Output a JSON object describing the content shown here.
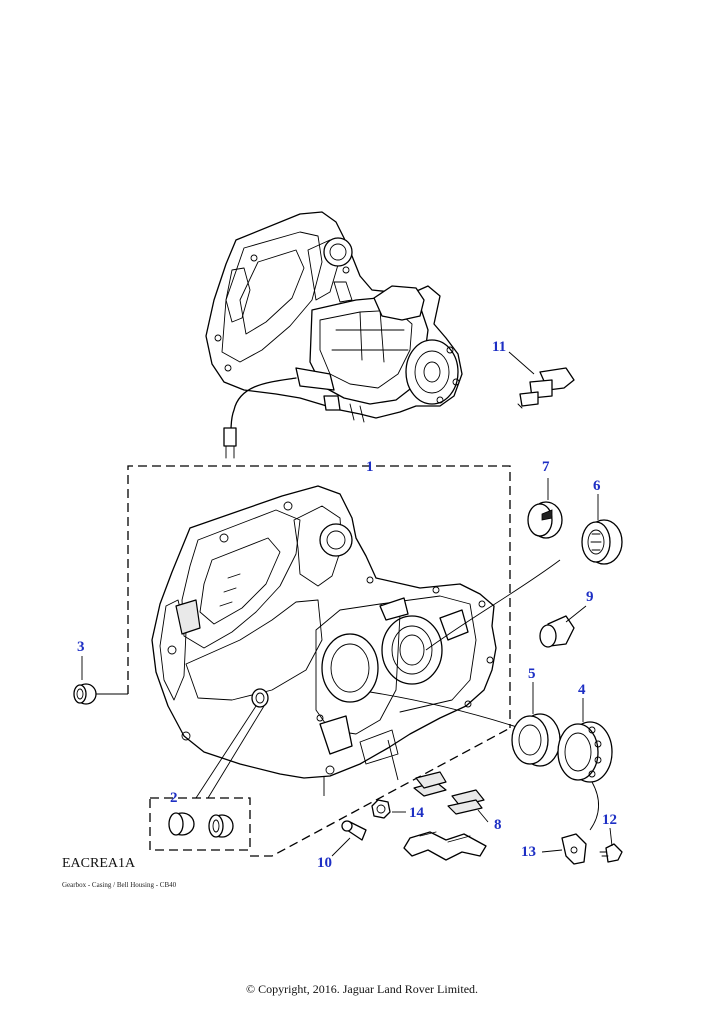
{
  "diagram": {
    "code": "EACREA1A",
    "caption": "Gearbox - Casing / Bell Housing - CB40",
    "copyright": "© Copyright, 2016. Jaguar Land Rover Limited.",
    "callout_color": "#1d2fc4",
    "callouts": {
      "c1": "1",
      "c2": "2",
      "c3": "3",
      "c4": "4",
      "c5": "5",
      "c6": "6",
      "c7": "7",
      "c8": "8",
      "c9": "9",
      "c10": "10",
      "c11": "11",
      "c12": "12",
      "c13": "13",
      "c14": "14"
    }
  }
}
